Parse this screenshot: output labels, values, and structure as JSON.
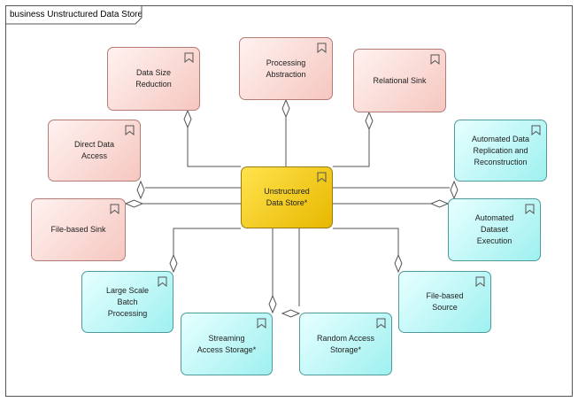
{
  "diagram": {
    "title": "business Unstructured Data Store",
    "center": {
      "label": "Unstructured Data Store*",
      "color": "#f5cc1a"
    },
    "nodes": [
      {
        "id": "data-size-reduction",
        "label": "Data Size Reduction",
        "style": "red"
      },
      {
        "id": "processing-abstraction",
        "label": "Processing Abstraction",
        "style": "red"
      },
      {
        "id": "relational-sink",
        "label": "Relational Sink",
        "style": "red"
      },
      {
        "id": "direct-data-access",
        "label": "Direct Data Access",
        "style": "red"
      },
      {
        "id": "file-based-sink",
        "label": "File-based Sink",
        "style": "red"
      },
      {
        "id": "automated-data-replication",
        "label": "Automated Data Replication and Reconstruction",
        "style": "cyan"
      },
      {
        "id": "automated-dataset-execution",
        "label": "Automated Dataset Execution",
        "style": "cyan"
      },
      {
        "id": "large-scale-batch-processing",
        "label": "Large Scale Batch Processing",
        "style": "cyan"
      },
      {
        "id": "file-based-source",
        "label": "File-based Source",
        "style": "cyan"
      },
      {
        "id": "streaming-access-storage",
        "label": "Streaming Access Storage*",
        "style": "cyan"
      },
      {
        "id": "random-access-storage",
        "label": "Random Access Storage*",
        "style": "cyan"
      }
    ],
    "icon": "business-object-icon",
    "connector": "aggregation-diamond",
    "colors": {
      "red_fill": "#f8cbc4",
      "cyan_fill": "#a8f2f2",
      "center_fill": "#f5cc1a",
      "line": "#555555"
    }
  }
}
